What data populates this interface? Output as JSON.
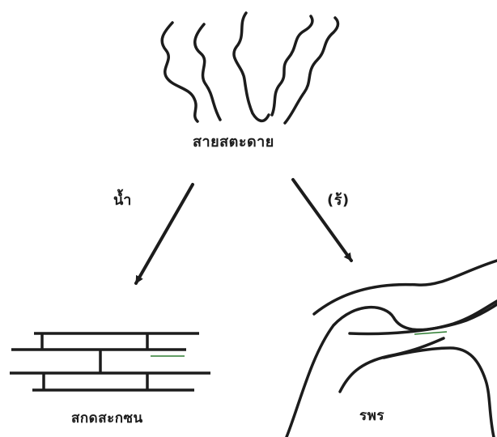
{
  "labels": {
    "top_structure": "สายสตะดาย",
    "left_arrow": "น้ำ",
    "right_arrow": "(ร้)",
    "bottom_left_structure": "สกดสะกซน",
    "bottom_right_structure": "รพร"
  },
  "colors": {
    "ink": "#1c1c1c",
    "accent": "#2e7d32"
  }
}
